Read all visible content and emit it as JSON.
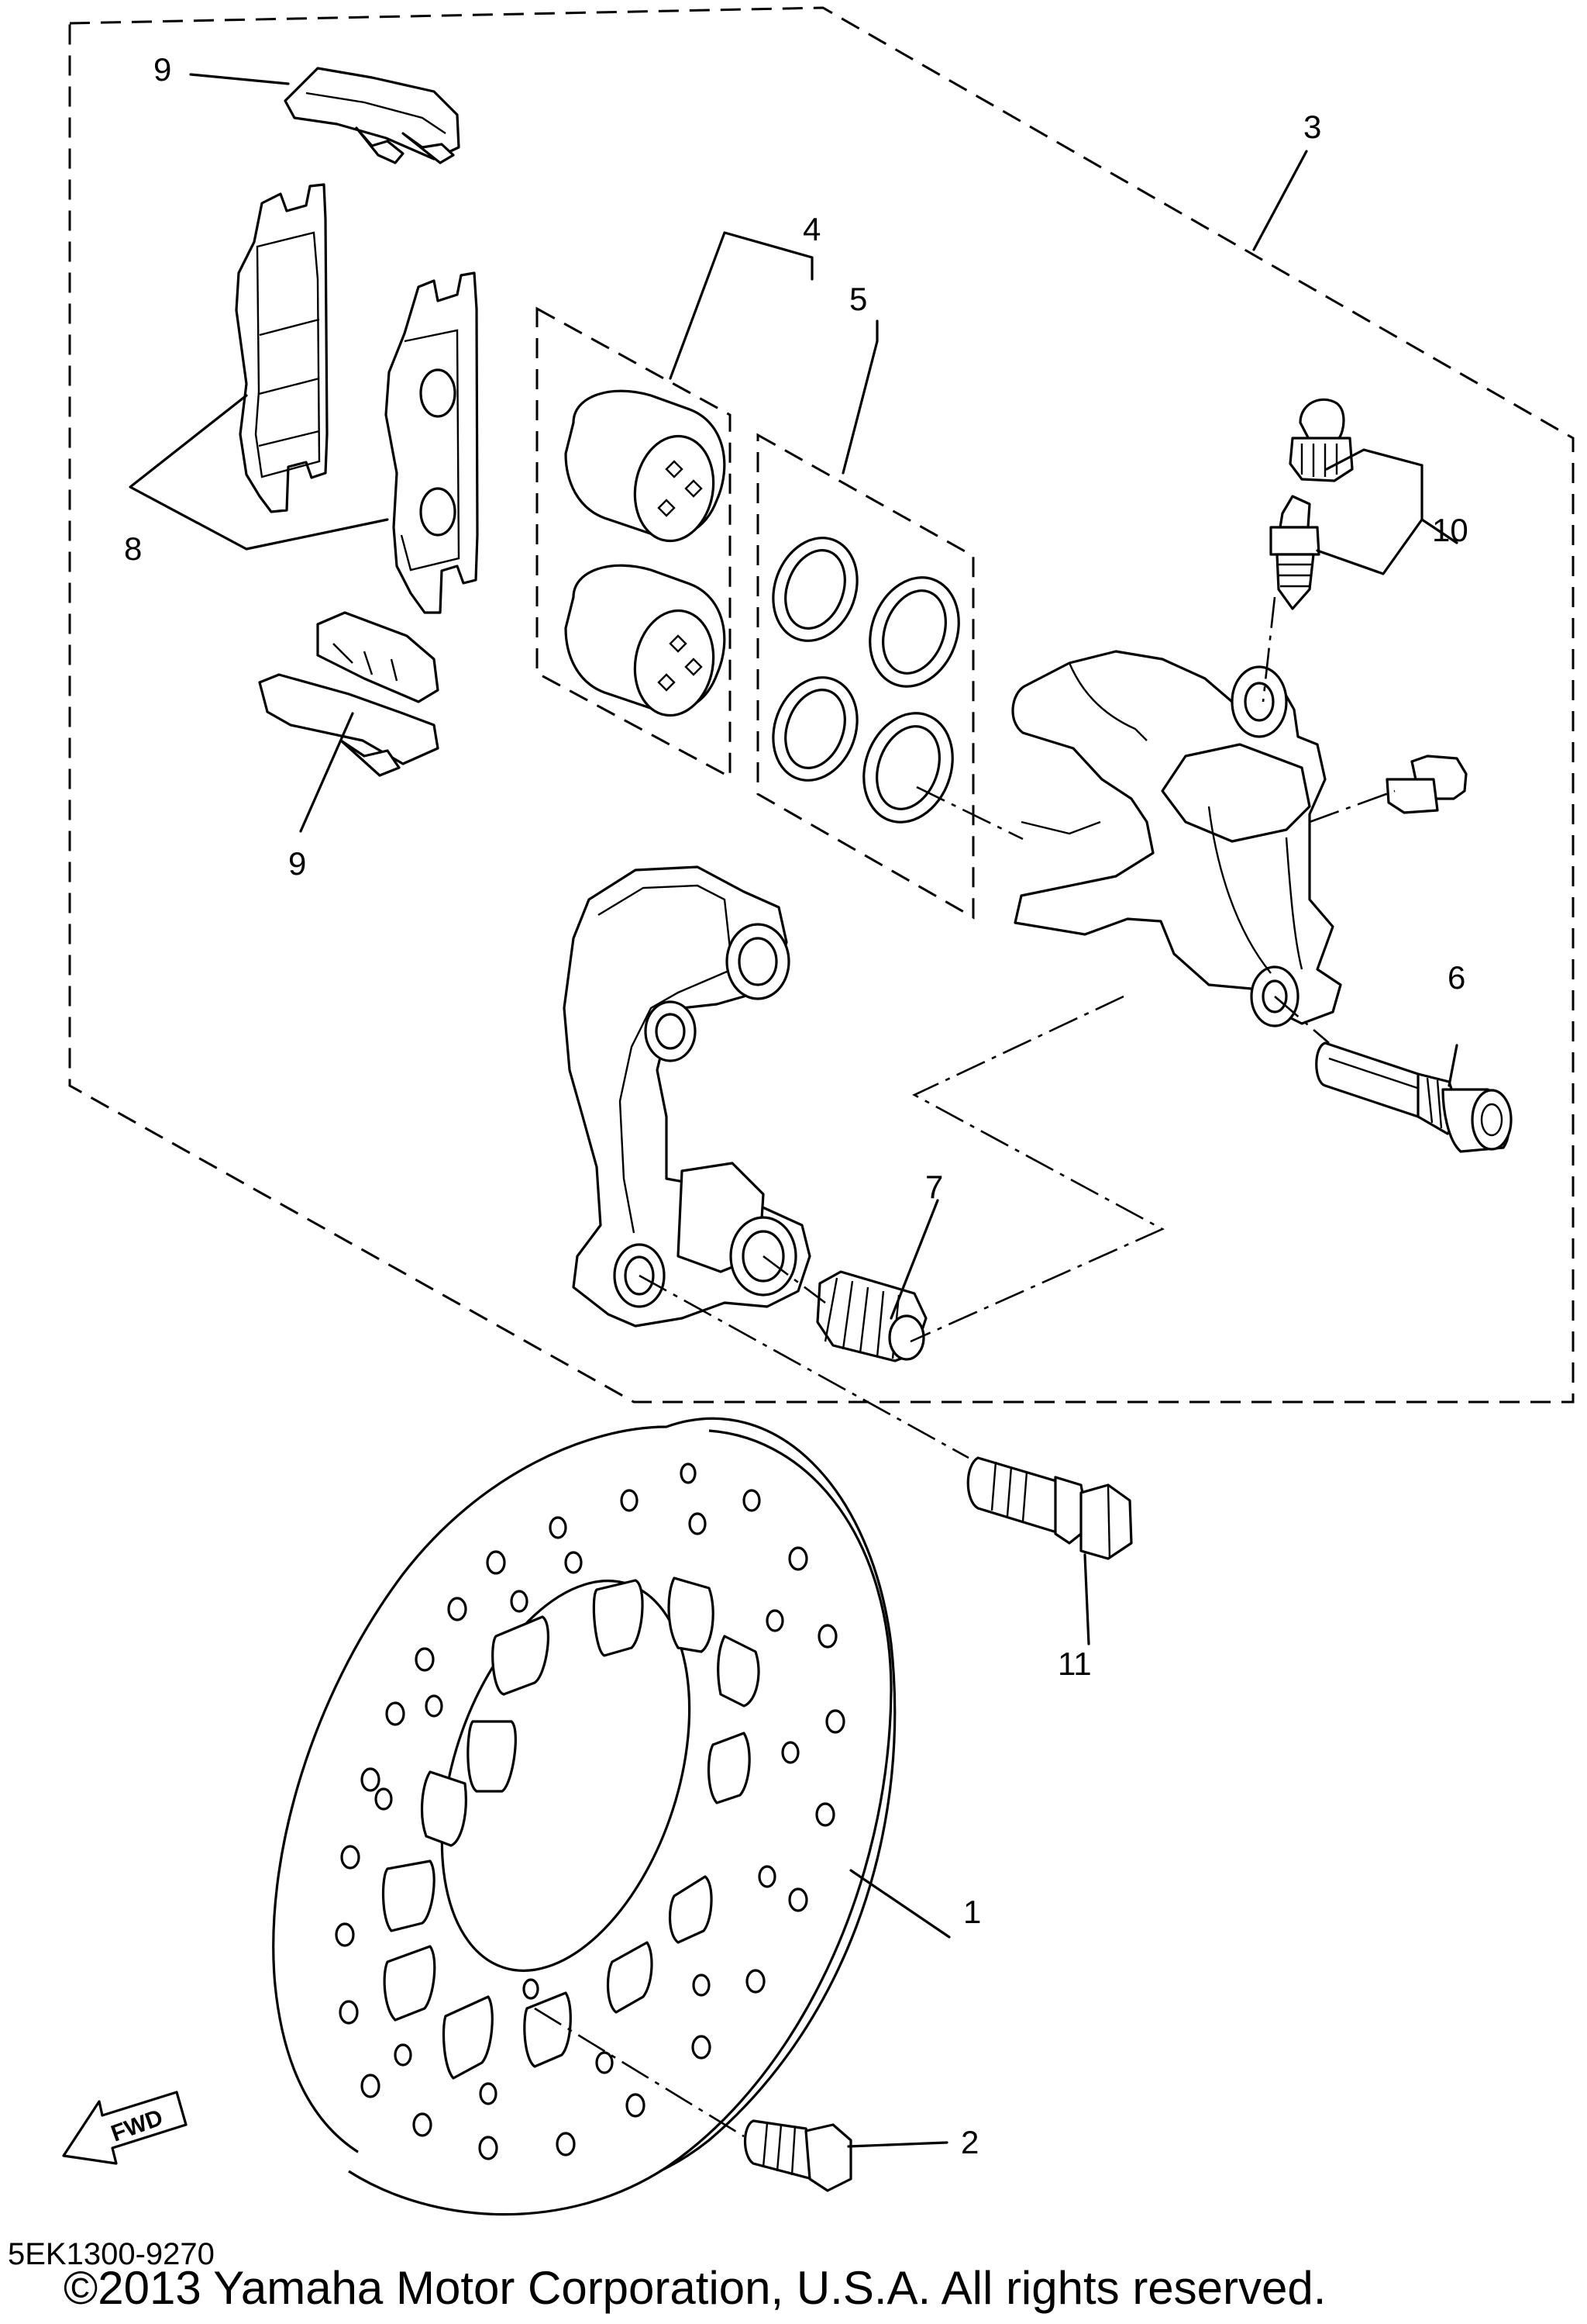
{
  "callouts": {
    "c1": "1",
    "c2": "2",
    "c3": "3",
    "c4": "4",
    "c5": "5",
    "c6": "6",
    "c7": "7",
    "c8": "8",
    "c9a": "9",
    "c9b": "9",
    "c10": "10",
    "c11": "11"
  },
  "fwd_label": "FWD",
  "diagram_code": "5EK1300-9270",
  "copyright": "©2013 Yamaha Motor Corporation, U.S.A. All rights reserved."
}
